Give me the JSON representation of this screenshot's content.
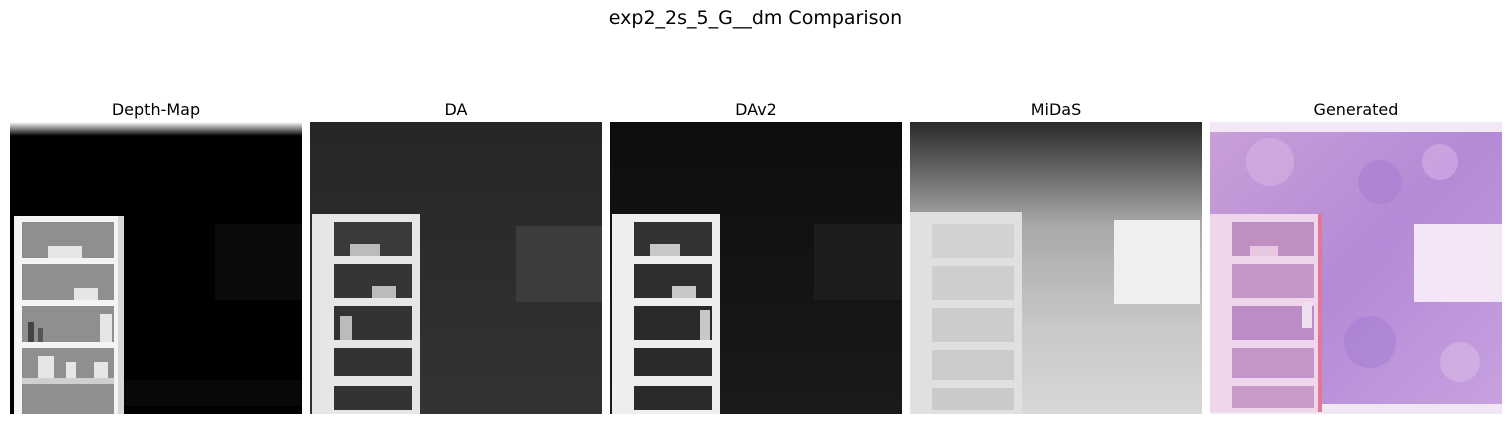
{
  "figure": {
    "title": "exp2_2s_5_G__dm Comparison"
  },
  "panels": [
    {
      "title": "Depth-Map"
    },
    {
      "title": "DA"
    },
    {
      "title": "DAv2"
    },
    {
      "title": "MiDaS"
    },
    {
      "title": "Generated"
    }
  ]
}
